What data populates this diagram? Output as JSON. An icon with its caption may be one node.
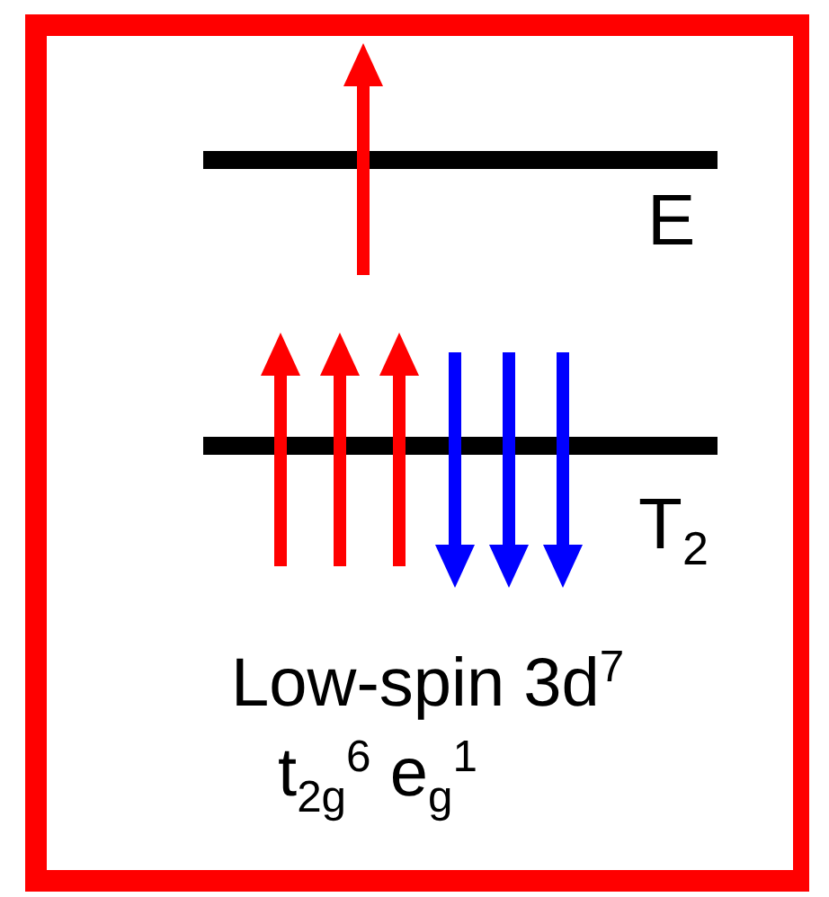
{
  "diagram": {
    "labels": [
      "E",
      "T$_{2}$",
      "Low-spin 3d$^{7}$",
      "t$_{2g}$$^{6}$ e$_{g}$$^{1}$"
    ]
  }
}
